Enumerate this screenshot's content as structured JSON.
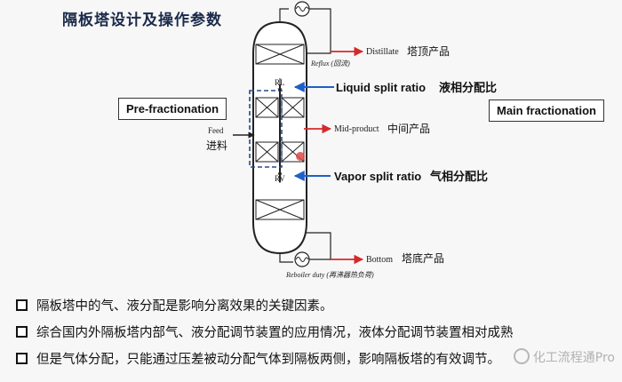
{
  "title": "隔板塔设计及操作参数",
  "boxes": {
    "pre_fractionation": "Pre-fractionation",
    "main_fractionation": "Main fractionation"
  },
  "diagram": {
    "distillate": "Distillate",
    "distillate_cn": "塔顶产品",
    "reflux": "Reflux (回流)",
    "rl": "RL",
    "liquid_split": "Liquid split ratio",
    "liquid_split_cn": "液相分配比",
    "feed": "Feed",
    "feed_cn": "进料",
    "mid_product": "Mid-product",
    "mid_product_cn": "中间产品",
    "rv": "RV",
    "vapor_split": "Vapor split ratio",
    "vapor_split_cn": "气相分配比",
    "bottom": "Bottom",
    "bottom_cn": "塔底产品",
    "reboiler": "Reboiler duty (再沸器热负荷)"
  },
  "bullets": [
    "隔板塔中的气、液分配是影响分离效果的关键因素。",
    "综合国内外隔板塔内部气、液分配调节装置的应用情况，液体分配调节装置相对成熟",
    "但是气体分配，只能通过压差被动分配气体到隔板两侧，影响隔板塔的有效调节。"
  ],
  "watermark": "化工流程通Pro",
  "colors": {
    "arrow_blue": "#1e5fc8",
    "arrow_red": "#d42a2a",
    "dashed_blue": "#2a4a8a"
  }
}
